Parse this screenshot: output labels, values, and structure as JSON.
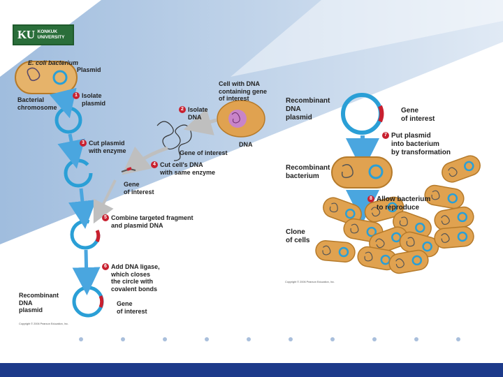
{
  "logo": {
    "initials": "KU",
    "line1": "KONKUK",
    "line2": "UNIVERSITY"
  },
  "left": {
    "ecoli": "E. coli bacterium",
    "plasmid": "Plasmid",
    "chromosome_1": "Bacterial",
    "chromosome_2": "chromosome",
    "cell_dna_1": "Cell with DNA",
    "cell_dna_2": "containing gene",
    "cell_dna_3": "of interest",
    "dna": "DNA",
    "gene_interest": "Gene of interest",
    "gene_1": "Gene",
    "gene_2": "of interest",
    "recomb_1": "Recombinant",
    "recomb_2": "DNA",
    "recomb_3": "plasmid",
    "gene_final_1": "Gene",
    "gene_final_2": "of interest",
    "copyright": "Copyright © 2006 Pearson Education, Inc."
  },
  "steps": [
    {
      "n": "1",
      "l1": "Isolate",
      "l2": "plasmid",
      "l3": ""
    },
    {
      "n": "2",
      "l1": "Isolate",
      "l2": "DNA",
      "l3": ""
    },
    {
      "n": "3",
      "l1": "Cut plasmid",
      "l2": "with enzyme",
      "l3": ""
    },
    {
      "n": "4",
      "l1": "Cut cell's DNA",
      "l2": "with same enzyme",
      "l3": ""
    },
    {
      "n": "5",
      "l1": "Combine targeted fragment",
      "l2": "and plasmid DNA",
      "l3": ""
    },
    {
      "n": "6",
      "l1": "Add DNA ligase,",
      "l2": "which closes",
      "l3": "the circle with",
      "l4": "covalent bonds"
    },
    {
      "n": "7",
      "l1": "Put plasmid",
      "l2": "into bacterium",
      "l3": "by transformation"
    },
    {
      "n": "8",
      "l1": "Allow bacterium",
      "l2": "to reproduce",
      "l3": ""
    }
  ],
  "right": {
    "rdp_1": "Recombinant",
    "rdp_2": "DNA",
    "rdp_3": "plasmid",
    "gene_1": "Gene",
    "gene_2": "of interest",
    "rb_1": "Recombinant",
    "rb_2": "bacterium",
    "clone_1": "Clone",
    "clone_2": "of cells",
    "copyright": "Copyright © 2006 Pearson Education, Inc."
  },
  "colors": {
    "plasmid": "#2a9fd6",
    "gene": "#c8202f",
    "bacterium": "#e0a250",
    "footer": "#1d3a8a",
    "arrow": "#4aa6df"
  }
}
